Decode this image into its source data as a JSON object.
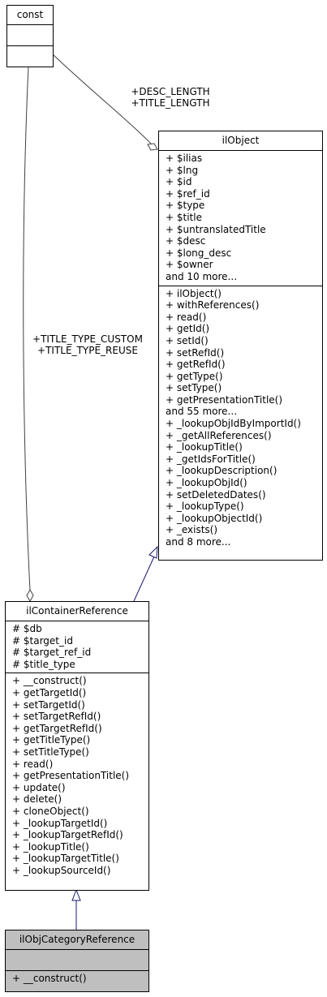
{
  "classes": {
    "const": {
      "name": "const"
    },
    "ilobject": {
      "name": "ilObject",
      "attributes": [
        "+ $ilias",
        "+ $lng",
        "+ $id",
        "+ $ref_id",
        "+ $type",
        "+ $title",
        "+ $untranslatedTitle",
        "+ $desc",
        "+ $long_desc",
        "+ $owner",
        "and 10 more..."
      ],
      "operations": [
        "+ ilObject()",
        "+ withReferences()",
        "+ read()",
        "+ getId()",
        "+ setId()",
        "+ setRefId()",
        "+ getRefId()",
        "+ getType()",
        "+ setType()",
        "+ getPresentationTitle()",
        "and 55 more...",
        "+ _lookupObjIdByImportId()",
        "+ _getAllReferences()",
        "+ _lookupTitle()",
        "+ _getIdsForTitle()",
        "+ _lookupDescription()",
        "+ _lookupObjId()",
        "+ setDeletedDates()",
        "+ _lookupType()",
        "+ _lookupObjectId()",
        "+ _exists()",
        "and 8 more..."
      ]
    },
    "container": {
      "name": "ilContainerReference",
      "attributes": [
        "# $db",
        "# $target_id",
        "# $target_ref_id",
        "# $title_type"
      ],
      "operations": [
        "+ __construct()",
        "+ getTargetId()",
        "+ setTargetId()",
        "+ setTargetRefId()",
        "+ getTargetRefId()",
        "+ getTitleType()",
        "+ setTitleType()",
        "+ read()",
        "+ getPresentationTitle()",
        "+ update()",
        "+ delete()",
        "+ cloneObject()",
        "+ _lookupTargetId()",
        "+ _lookupTargetRefId()",
        "+ _lookupTitle()",
        "+ _lookupTargetTitle()",
        "+ _lookupSourceId()"
      ]
    },
    "category": {
      "name": "ilObjCategoryReference",
      "operations": [
        "+ __construct()"
      ]
    }
  },
  "edge_labels": {
    "const_ilobject": [
      "+DESC_LENGTH",
      "+TITLE_LENGTH"
    ],
    "const_container": [
      "+TITLE_TYPE_CUSTOM",
      "+TITLE_TYPE_REUSE"
    ]
  },
  "colors": {
    "highlight_fill": "#bfbfbf",
    "inheritance_edge": "#191970",
    "association_edge": "#404040"
  }
}
